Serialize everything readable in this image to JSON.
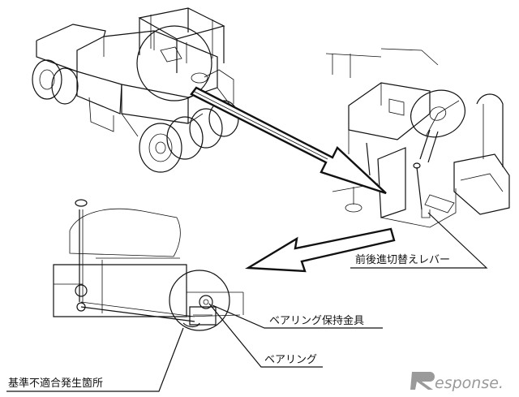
{
  "labels": {
    "lever": "前後進切替えレバー",
    "bearing_bracket": "ベアリング保持金具",
    "bearing": "ベアリング",
    "nonconformity": "基準不適合発生箇所"
  },
  "watermark": {
    "text": "esponse."
  },
  "colors": {
    "ink": "#111111",
    "watermark": "#9a9a9a"
  }
}
